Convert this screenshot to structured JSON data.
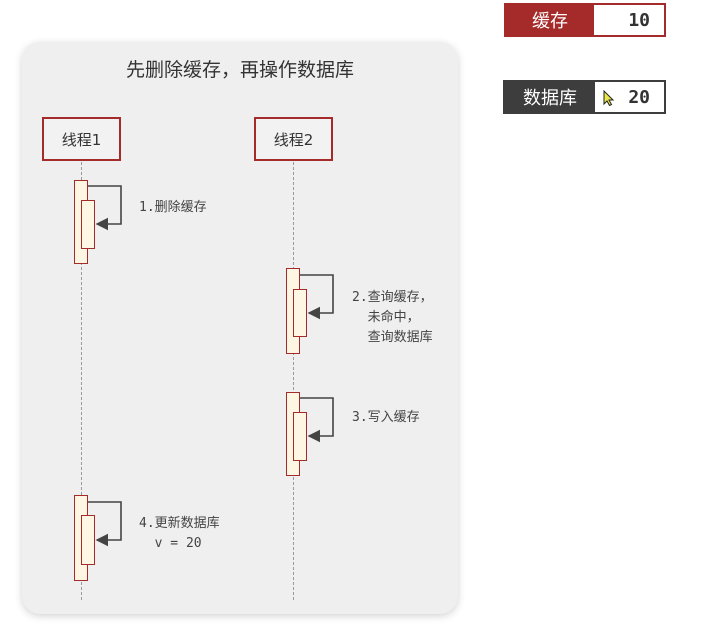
{
  "diagram": {
    "title": "先删除缓存，再操作数据库",
    "actors": [
      {
        "label": "线程1"
      },
      {
        "label": "线程2"
      }
    ],
    "steps": [
      {
        "text": "1.删除缓存"
      },
      {
        "text": "2.查询缓存，\n  未命中，\n  查询数据库"
      },
      {
        "text": "3.写入缓存"
      },
      {
        "text": "4.更新数据库\n  v = 20"
      }
    ]
  },
  "state": {
    "cache": {
      "label": "缓存",
      "value": "10",
      "color": "#a52a2a"
    },
    "database": {
      "label": "数据库",
      "value": "20",
      "color": "#3d3d3d"
    }
  }
}
